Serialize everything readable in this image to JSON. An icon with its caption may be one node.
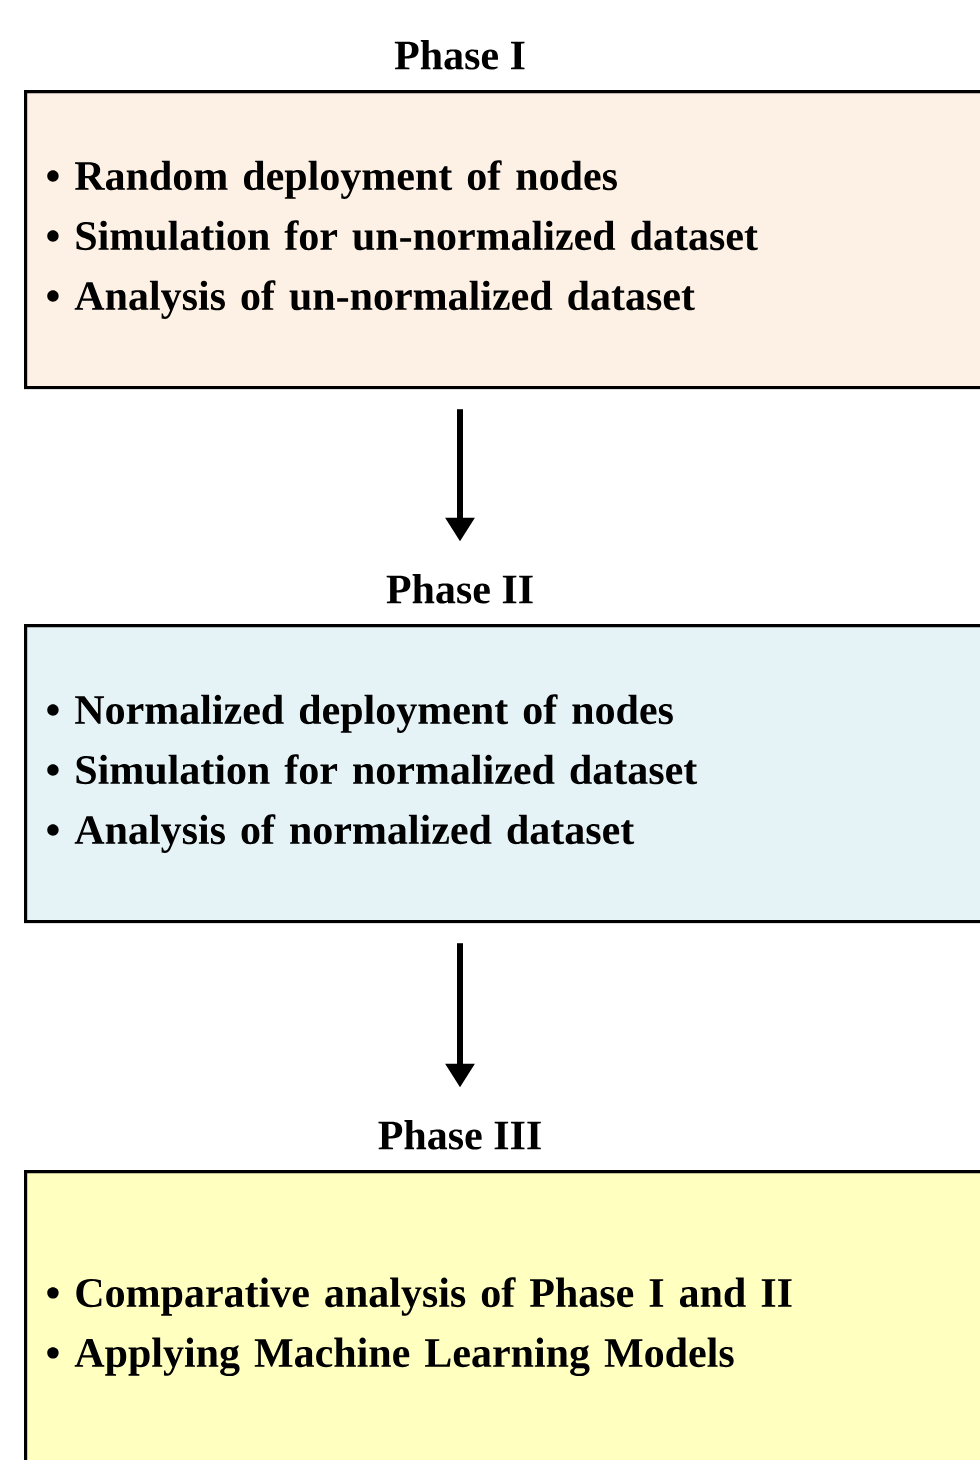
{
  "diagram": {
    "nodes": [
      {
        "text": [
          "Phase I",
          "• Random deployment of nodes",
          "• Simulation for un-normalized dataset",
          "• Analysis of un-normalized dataset"
        ]
      },
      {
        "text": [
          "Phase II",
          "• Normalized deployment of nodes",
          "• Simulation for normalized dataset",
          "• Analysis of normalized dataset"
        ]
      },
      {
        "text": [
          "Phase III",
          "• Comparative analysis of Phase I and II",
          "• Applying Machine Learning Models"
        ]
      }
    ],
    "edges": [
      {
        "from": 0,
        "to": 1,
        "arrow": "to"
      },
      {
        "from": 1,
        "to": 2,
        "arrow": "to"
      }
    ]
  }
}
